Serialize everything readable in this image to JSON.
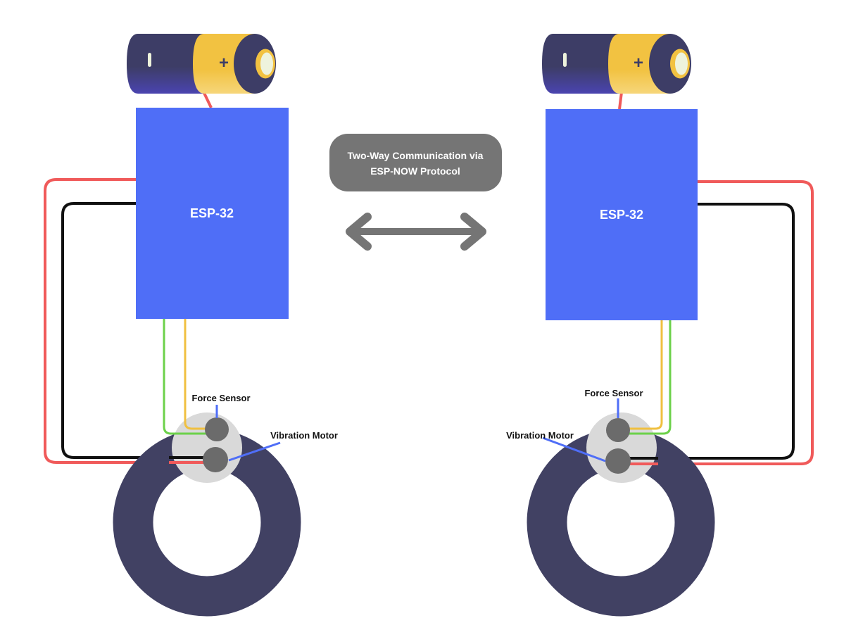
{
  "colors": {
    "esp_board": "#4f6ef7",
    "wire_power": "#f05a5a",
    "wire_ground": "#111111",
    "wire_signal_green": "#6cd14a",
    "wire_signal_yellow": "#f0c040",
    "callout_line": "#4f6ef7",
    "ring": "#414163",
    "sensor_pad": "#d9d9d9",
    "sensor_node": "#6b6b6b",
    "bubble": "#757575",
    "arrow": "#757575",
    "battery_body": "#3d3d66",
    "battery_cap": "#f2c241"
  },
  "communication": {
    "label": "Two-Way Communication via ESP-NOW Protocol",
    "line1": "Two-Way Communication via",
    "line2": "ESP-NOW Protocol"
  },
  "left_unit": {
    "board_label": "ESP-32",
    "battery_plus": "+",
    "force_sensor_label": "Force Sensor",
    "vibration_motor_label": "Vibration Motor"
  },
  "right_unit": {
    "board_label": "ESP-32",
    "battery_plus": "+",
    "force_sensor_label": "Force Sensor",
    "vibration_motor_label": "Vibration Motor"
  }
}
